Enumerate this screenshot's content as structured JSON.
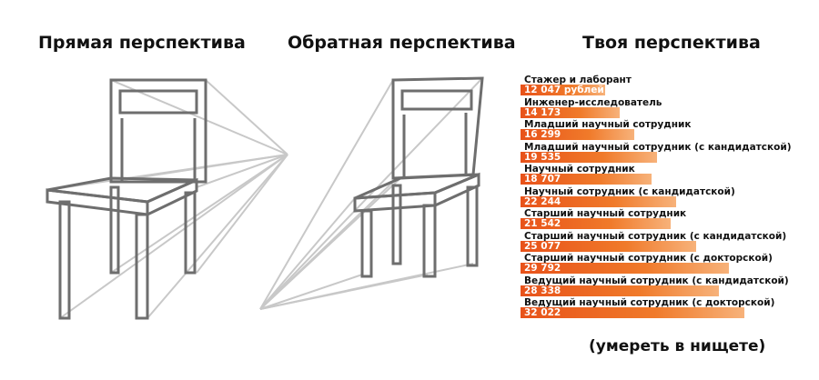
{
  "headings": {
    "direct": "Прямая перспектива",
    "reverse": "Обратная перспектива",
    "yours": "Твоя перспектива"
  },
  "salaries": [
    {
      "title": "Стажер и лаборант",
      "amount": "12 047 рублей",
      "value": 12047
    },
    {
      "title": "Инженер-исследователь",
      "amount": "14 173",
      "value": 14173
    },
    {
      "title": "Младший научный сотрудник",
      "amount": "16 299",
      "value": 16299
    },
    {
      "title": "Младший научный сотрудник (с кандидатской)",
      "amount": "19 535",
      "value": 19535
    },
    {
      "title": "Научный сотрудник",
      "amount": "18 707",
      "value": 18707
    },
    {
      "title": "Научный сотрудник (с кандидатской)",
      "amount": "22 244",
      "value": 22244
    },
    {
      "title": "Старший научный сотрудник",
      "amount": "21 542",
      "value": 21542
    },
    {
      "title": "Старший научный сотрудник (с кандидатской)",
      "amount": "25 077",
      "value": 25077
    },
    {
      "title": "Старший научный сотрудник (с докторской)",
      "amount": "29 792",
      "value": 29792
    },
    {
      "title": "Ведущий научный сотрудник (с кандидатской)",
      "amount": "28 338",
      "value": 28338
    },
    {
      "title": "Ведущий научный сотрудник (с докторской)",
      "amount": "32 022",
      "value": 32022
    }
  ],
  "footnote": "(умереть в нищете)",
  "colors": {
    "chair_stroke": "#6e6e6e",
    "perspective_lines": "#c8c8c8",
    "bar_start": "#e8521a",
    "bar_end": "#f7b27a"
  }
}
